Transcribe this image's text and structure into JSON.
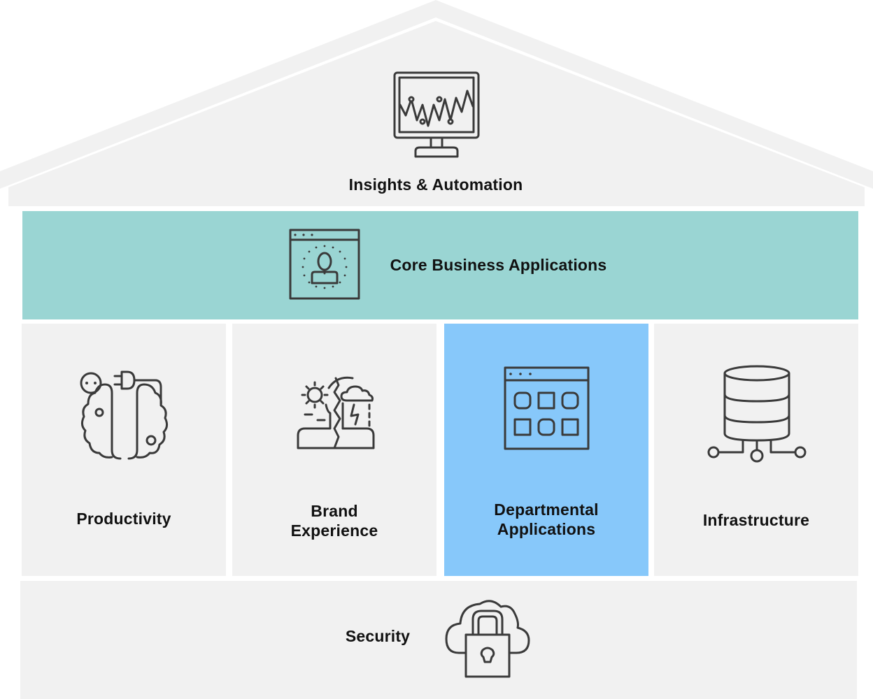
{
  "diagram": {
    "type": "house-framework",
    "roof": {
      "label": "Insights & Automation",
      "icon": "monitor-waveform-icon"
    },
    "beam": {
      "label": "Core Business Applications",
      "icon": "browser-user-profile-icon",
      "color": "#9ad5d3"
    },
    "pillars": [
      {
        "label_line1": "Productivity",
        "label_line2": "",
        "icon": "brain-plug-icon",
        "color": "#f1f1f1",
        "highlighted": false
      },
      {
        "label_line1": "Brand",
        "label_line2": "Experience",
        "icon": "split-mood-head-icon",
        "color": "#f1f1f1",
        "highlighted": false
      },
      {
        "label_line1": "Departmental",
        "label_line2": "Applications",
        "icon": "app-grid-window-icon",
        "color": "#87c8fa",
        "highlighted": true
      },
      {
        "label_line1": "Infrastructure",
        "label_line2": "",
        "icon": "database-network-icon",
        "color": "#f1f1f1",
        "highlighted": false
      }
    ],
    "foundation": {
      "label": "Security",
      "icon": "cloud-lock-icon"
    },
    "colors": {
      "panel": "#f1f1f1",
      "icon_stroke": "#3a3a3a",
      "text": "#111111"
    }
  }
}
